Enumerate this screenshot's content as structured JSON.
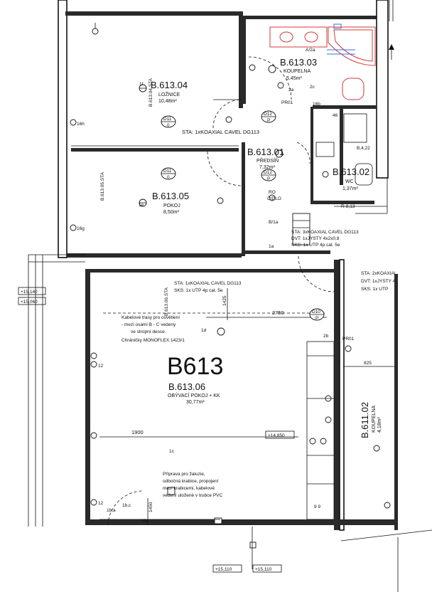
{
  "apartment": {
    "code": "B613"
  },
  "rooms": [
    {
      "code": "B.613.04",
      "name": "LOŽNICE",
      "area": "10,48m²"
    },
    {
      "code": "B.613.03",
      "name": "KOUPELNA",
      "area": "5,45m²"
    },
    {
      "code": "B.613.01",
      "name": "PŘEDSÍŇ",
      "area": "7,32m²"
    },
    {
      "code": "B.613.02",
      "name": "WC",
      "area": "1,37m²"
    },
    {
      "code": "B.613.05",
      "name": "POKOJ",
      "area": "8,50m²"
    },
    {
      "code": "B.613.06",
      "name": "OBÝVACÍ POKOJ + KK",
      "area": "30,77m²"
    },
    {
      "code": "B.611.02",
      "name": "KOUPELNA",
      "area": "4,18m²"
    }
  ],
  "notes": {
    "sta_top": "STA: 1xKOAXIAL CAVEL DG113",
    "sta_mid_1": "STA: 3xKOAXIAL CAVEL DG113",
    "sta_mid_2": "DVT: 1xJYSTY 4x2x0,8",
    "sta_mid_3": "SKS: 1x UTP 4p cat. 5e",
    "sta_left_1": "STA: 1xKOAXIAL CAVEL DG113",
    "sta_left_2": "SKS: 1x UTP 4p cat. 5e",
    "sta_right_1": "STA: 2xKOAXIAL",
    "sta_right_2": "DVT: 1xJYSTY 4",
    "sta_right_3": "SKS: 1x UTP",
    "kabel_1": "Kabelové trasy pro osvětlení",
    "kabel_2": "- mezi osami B - C vedeny",
    "kabel_3": "ve stropní desce.",
    "kabel_4": "Chráničky MONOFLEX 1423/1",
    "zal_1": "Příprava pro žaluzie,",
    "zal_2": "odbočná krabice, propojení",
    "zal_3": "mezi krabicemi, kabelové",
    "zal_4": "vedení uložené v trubce PVC",
    "room_sta_label_1": "B.613.04.STA",
    "room_sta_label_2": "B.613.05.STA",
    "room_sta_label_3": "B.613.06.STA"
  },
  "dimensions": {
    "d2750": "2750",
    "d1900": "1900",
    "d1425": "1425",
    "d1450": "1450",
    "d825": "825",
    "lv1": "+15,140",
    "lv2": "+15,060",
    "lv3": "+14,850",
    "lv4": "+15,110",
    "lv5": "+15,110"
  },
  "tags": {
    "d11a": "D11",
    "d11a_b": "0",
    "d12a": "D12",
    "d12a_b": "P",
    "d11b": "D11",
    "d11b_b": "0",
    "d12b": "D12",
    "d12b_b": "P",
    "d10": "D10",
    "d10_b": "P",
    "pr01a": "PR01",
    "pr01b": "PR01",
    "ro": "RO",
    "cidlo": "ČIDLO",
    "b1a": "B/1a",
    "r813": "R-8,13",
    "b422": "B,4,22",
    "lbl_16h": "16h",
    "lbl_16g": "16g",
    "lbl_12a": "12",
    "lbl_12b": "12",
    "lbl_1f": "1f",
    "lbl_1e": "1e",
    "lbl_2a": "2a",
    "lbl_2b": "2b",
    "lbl_2c": "2c",
    "lbl_1d": "1d",
    "lbl_1c": "1c",
    "lbl_1a": "1a",
    "lbl_15e": "15e",
    "lbl_9": "9  9",
    "lbl_a2a": "A/2a",
    "lbl_1b": "1b,c",
    "lbl_1ba": "1b,a",
    "lbl_46": "46",
    "lbl_16b": "16b"
  }
}
